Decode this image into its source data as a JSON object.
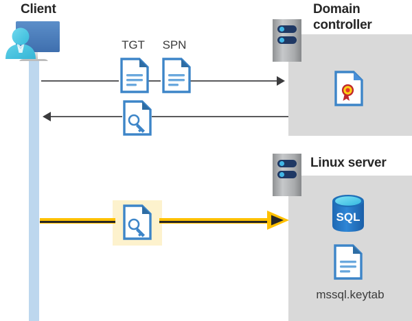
{
  "diagram": {
    "title_client": "Client",
    "title_domain_controller": "Domain\ncontroller",
    "title_domain_controller_line1": "Domain",
    "title_domain_controller_line2": "controller",
    "title_linux_server": "Linux server"
  },
  "labels": {
    "tgt": "TGT",
    "spn": "SPN",
    "keytab_filename": "mssql.keytab",
    "sql_text": "SQL"
  },
  "icons": {
    "client": "client-workstation-icon",
    "server_dc": "server-rack-icon",
    "server_linux": "server-rack-icon",
    "document_tgt": "document-icon",
    "document_spn": "document-icon",
    "document_key_response": "key-document-icon",
    "document_key_request": "key-document-icon",
    "certificate": "certificate-document-icon",
    "database": "sql-database-icon",
    "document_keytab": "document-icon"
  },
  "flows": [
    {
      "name": "request-tgt-spn",
      "direction": "right",
      "from": "Client",
      "to": "Domain controller",
      "style": "thin-grey"
    },
    {
      "name": "receive-service-ticket",
      "direction": "left",
      "from": "Domain controller",
      "to": "Client",
      "style": "thin-grey"
    },
    {
      "name": "authenticate-with-ticket",
      "direction": "right",
      "from": "Client",
      "to": "Linux server",
      "style": "thick-yellow-highlighted"
    }
  ],
  "colors": {
    "panel_grey": "#d9d9d9",
    "lifeline_blue": "#bdd7ee",
    "highlight_yellow": "#fdf2cd",
    "arrow_yellow": "#ffc000",
    "arrow_grey": "#59595b",
    "doc_blue": "#3d85c8",
    "doc_fold_blue": "#2e6da4",
    "title_dark": "#262626",
    "sql_blue": "#2070b8",
    "cert_gold": "#fcd116",
    "cert_red": "#c0272d",
    "monitor_blue": "#4a7ebb",
    "person_cyan": "#45c2e0"
  }
}
